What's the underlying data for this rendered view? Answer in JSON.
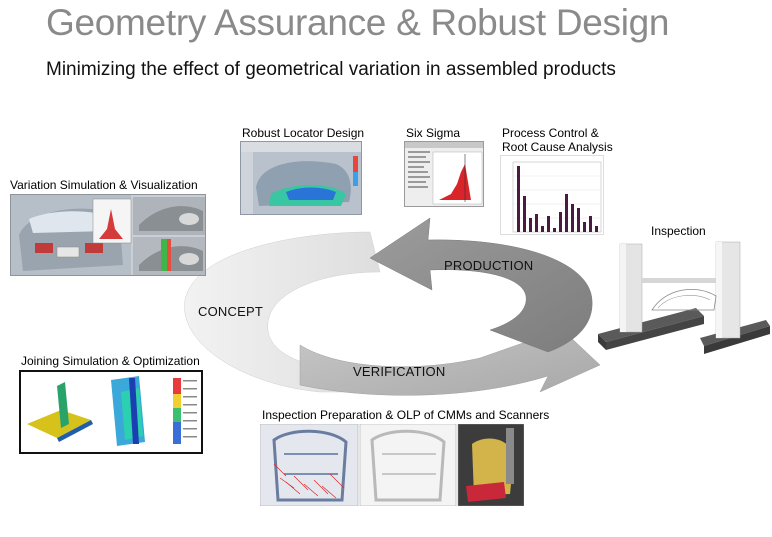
{
  "header": {
    "title": "Geometry Assurance & Robust Design",
    "subtitle": "Minimizing the effect of geometrical variation in assembled products"
  },
  "cycle": {
    "stages": [
      "CONCEPT",
      "PRODUCTION",
      "VERIFICATION"
    ],
    "colors": {
      "light": "#e9e9e9",
      "mid": "#bdbdbd",
      "dark": "#8f8f8f"
    }
  },
  "captions": {
    "robust_locator": "Robust Locator Design",
    "six_sigma": "Six Sigma",
    "process_control_line1": "Process Control &",
    "process_control_line2": "Root Cause Analysis",
    "variation_sim": "Variation Simulation & Visualization",
    "inspection": "Inspection",
    "joining_sim": "Joining Simulation & Optimization",
    "inspection_prep": "Inspection Preparation & OLP of CMMs and Scanners"
  }
}
